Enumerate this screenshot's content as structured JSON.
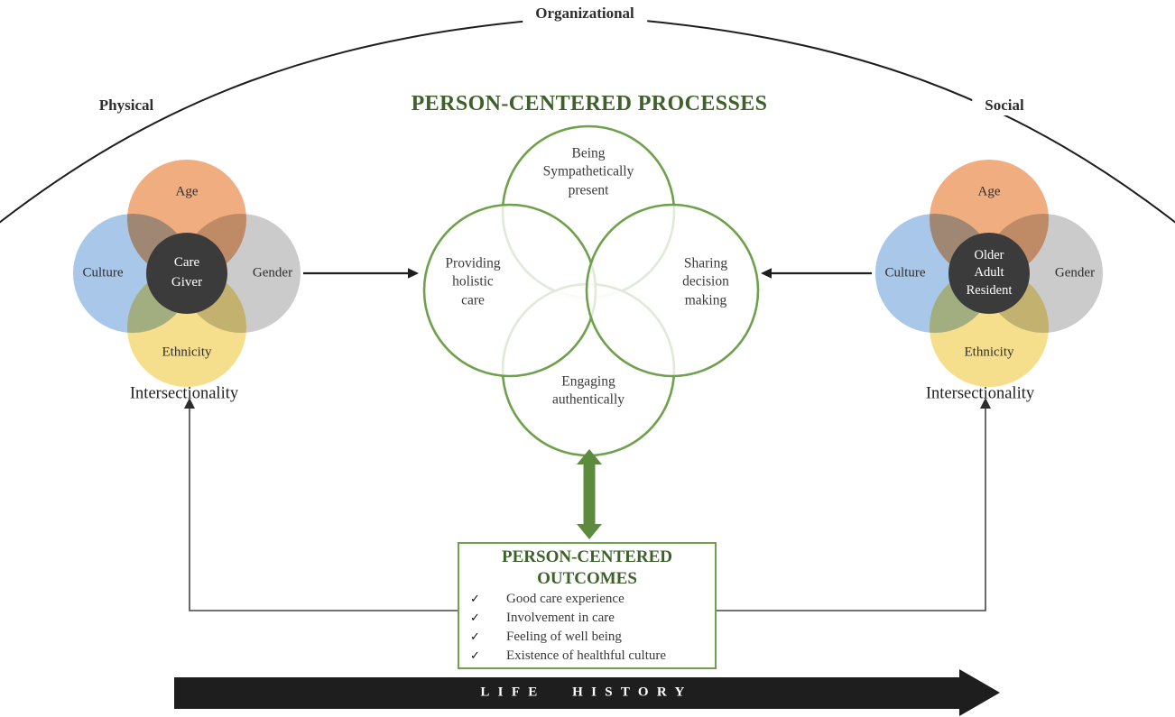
{
  "colors": {
    "ink": "#1e1e1e",
    "green-dark": "#3e612b",
    "green-stroke": "#6fa04c",
    "green-arrow": "#5d8b3e",
    "core-dark": "#3b3b3b",
    "text-dark": "#2e2e2e",
    "petal-age": "#f0ad80",
    "petal-culture": "#a9c7e8",
    "petal-gender": "#cbcbcb",
    "petal-ethnicity": "#f5df8c"
  },
  "context": {
    "top_label": "Organizational",
    "left_label": "Physical",
    "right_label": "Social"
  },
  "processes": {
    "title": "PERSON-CENTERED PROCESSES",
    "circles": [
      {
        "id": "being-sympathetically-present",
        "label": "Being\nSympathetically\npresent"
      },
      {
        "id": "providing-holistic-care",
        "label": "Providing\nholistic\ncare"
      },
      {
        "id": "sharing-decision-making",
        "label": "Sharing\ndecision\nmaking"
      },
      {
        "id": "engaging-authentically",
        "label": "Engaging\nauthentically"
      }
    ]
  },
  "caregiver_venn": {
    "center_label": "Care\nGiver",
    "petals": [
      {
        "label": "Age"
      },
      {
        "label": "Culture"
      },
      {
        "label": "Gender"
      },
      {
        "label": "Ethnicity"
      }
    ],
    "bottom_label": "Intersectionality"
  },
  "resident_venn": {
    "center_label": "Older\nAdult\nResident",
    "petals": [
      {
        "label": "Age"
      },
      {
        "label": "Culture"
      },
      {
        "label": "Gender"
      },
      {
        "label": "Ethnicity"
      }
    ],
    "bottom_label": "Intersectionality"
  },
  "outcomes": {
    "title": "PERSON-CENTERED\nOUTCOMES",
    "check_icon": "✓",
    "items": [
      "Good care experience",
      "Involvement in care",
      "Feeling of well being",
      "Existence of healthful culture"
    ]
  },
  "life_history": {
    "label": "LIFE HISTORY"
  }
}
